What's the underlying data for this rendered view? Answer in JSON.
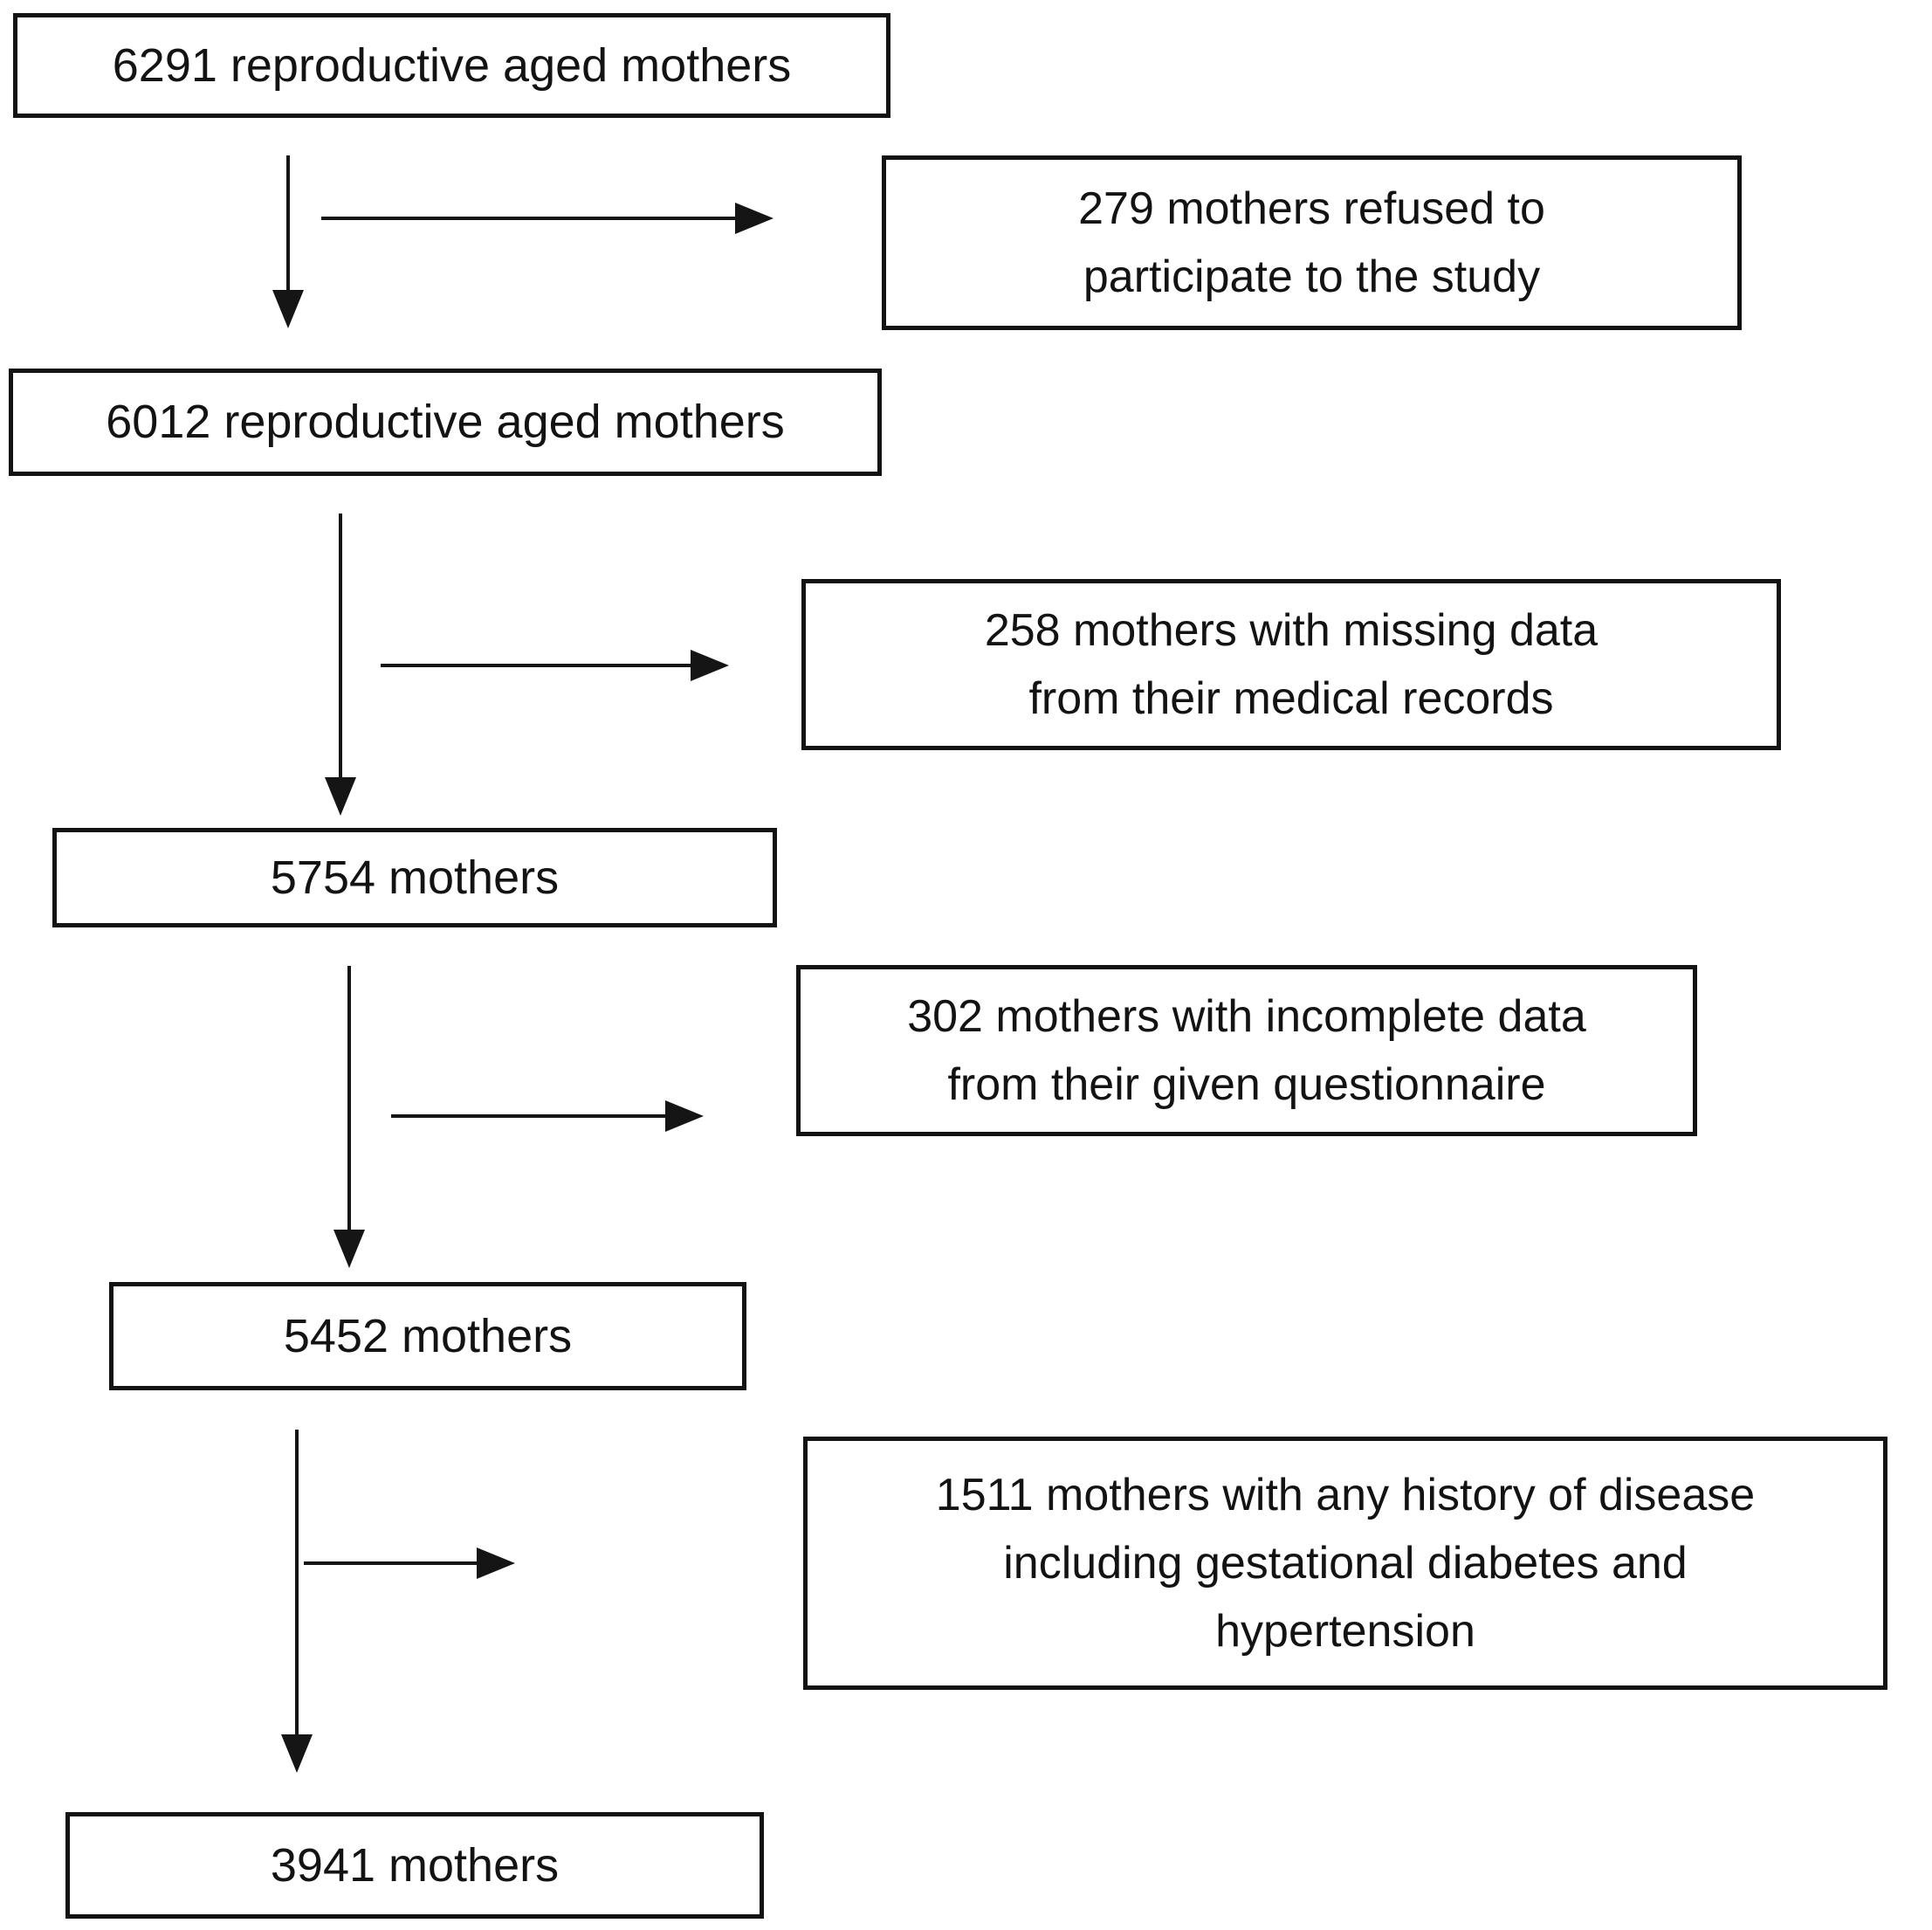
{
  "diagram": {
    "type": "participant-flow-chart",
    "colors": {
      "background": "#ffffff",
      "stroke": "#131313",
      "text": "#131313"
    },
    "main_path": [
      {
        "id": "stage-1",
        "label": "6291 reproductive aged mothers"
      },
      {
        "id": "stage-2",
        "label": "6012 reproductive aged mothers"
      },
      {
        "id": "stage-3",
        "label": "5754 mothers"
      },
      {
        "id": "stage-4",
        "label": "5452 mothers"
      },
      {
        "id": "stage-5",
        "label": "3941 mothers"
      }
    ],
    "exclusions": [
      {
        "id": "exclusion-1",
        "lines": [
          "279 mothers refused to",
          "participate to the study"
        ]
      },
      {
        "id": "exclusion-2",
        "lines": [
          "258 mothers with missing data",
          "from their medical records"
        ]
      },
      {
        "id": "exclusion-3",
        "lines": [
          "302 mothers with incomplete data",
          "from their given questionnaire"
        ]
      },
      {
        "id": "exclusion-4",
        "lines": [
          "1511 mothers with any history of disease",
          "including gestational diabetes and",
          "hypertension"
        ]
      }
    ]
  }
}
